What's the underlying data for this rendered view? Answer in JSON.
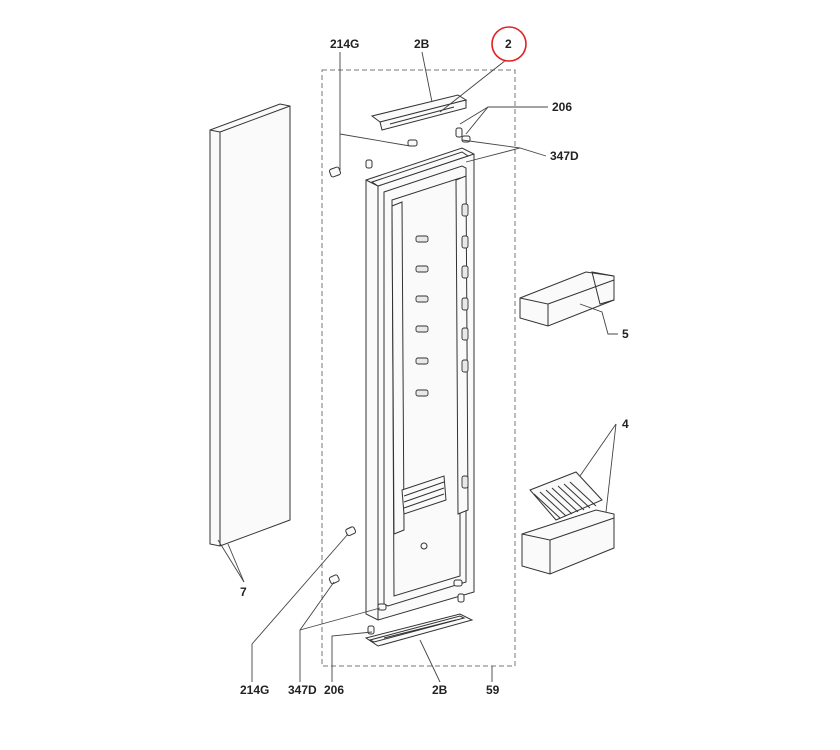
{
  "diagram": {
    "callouts": {
      "c214g_top": "214G",
      "c2b_top": "2B",
      "c2": "2",
      "c206_top": "206",
      "c347d_top": "347D",
      "c5": "5",
      "c4": "4",
      "c7": "7",
      "c214g_bottom": "214G",
      "c347d_bottom": "347D",
      "c206_bottom": "206",
      "c2b_bottom": "2B",
      "c59": "59"
    },
    "highlighted_callout": "2",
    "highlight_color": "#e02020"
  }
}
